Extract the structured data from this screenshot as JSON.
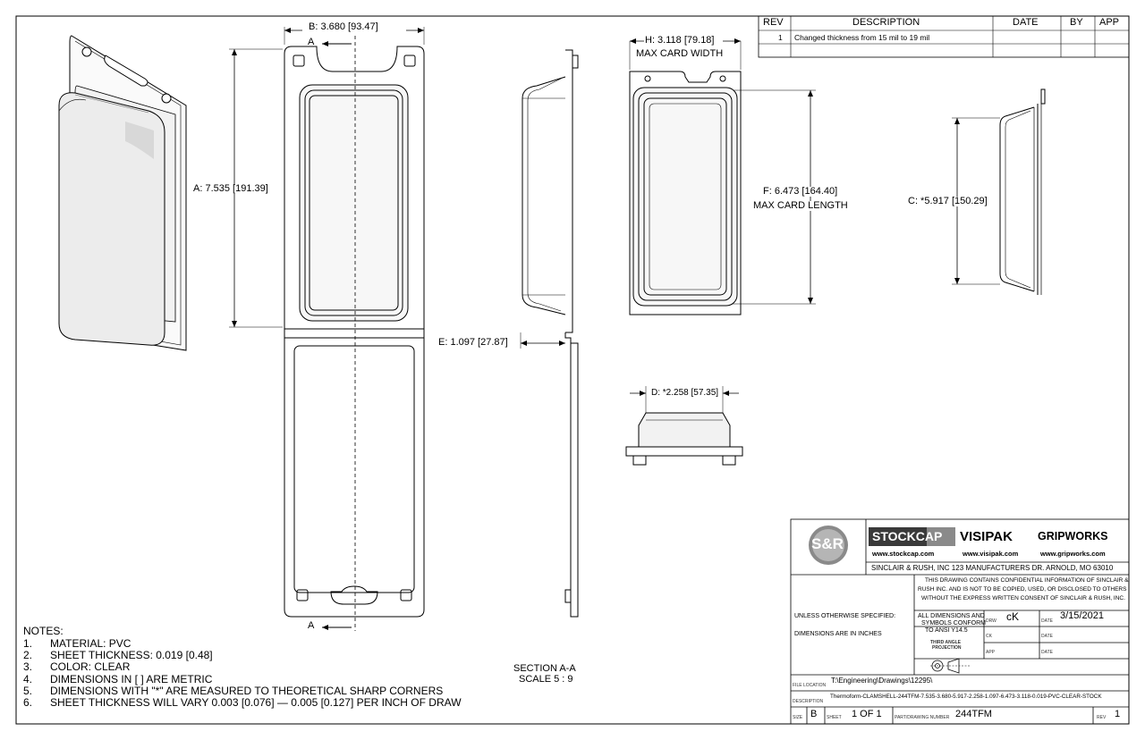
{
  "revision_block": {
    "headers": [
      "REV",
      "DESCRIPTION",
      "DATE",
      "BY",
      "APP"
    ],
    "rows": [
      {
        "rev": "1",
        "description": "Changed thickness from 15 mil to 19 mil",
        "date": "",
        "by": "",
        "app": ""
      }
    ]
  },
  "dimensions": {
    "a": "A: 7.535",
    "a_metric": "[191.39]",
    "b": "B: 3.680",
    "b_metric": "[93.47]",
    "c": "C: *5.917",
    "c_metric": "[150.29]",
    "d": "D: *2.258",
    "d_metric": "[57.35]",
    "e": "E: 1.097",
    "e_metric": "[27.87]",
    "f": "F: 6.473",
    "f_metric": "[164.40]",
    "f_caption": "MAX CARD LENGTH",
    "h": "H: 3.118",
    "h_metric": "[79.18]",
    "h_caption": "MAX CARD WIDTH"
  },
  "section_markers": {
    "top": "A",
    "bottom": "A"
  },
  "section_label": {
    "title": "SECTION A-A",
    "scale": "SCALE 5 : 9"
  },
  "notes": {
    "title": "NOTES:",
    "items": [
      {
        "num": "1.",
        "text": "MATERIAL: PVC"
      },
      {
        "num": "2.",
        "text": "SHEET THICKNESS: 0.019 [0.48]"
      },
      {
        "num": "3.",
        "text": "COLOR: CLEAR"
      },
      {
        "num": "4.",
        "text": "DIMENSIONS IN [ ] ARE METRIC"
      },
      {
        "num": "5.",
        "text": "DIMENSIONS WITH \"*\" ARE MEASURED TO THEORETICAL SHARP CORNERS"
      },
      {
        "num": "6.",
        "text": "SHEET THICKNESS WILL VARY 0.003 [0.076] — 0.005 [0.127] PER INCH OF DRAW"
      }
    ]
  },
  "title_block": {
    "logo": "S&R",
    "brands": {
      "stockcap": "STOCKCAP",
      "visipak": "VISIPAK",
      "gripworks": "GRIPWORKS"
    },
    "urls": {
      "stockcap": "www.stockcap.com",
      "visipak": "www.visipak.com",
      "gripworks": "www.gripworks.com"
    },
    "company": "SINCLAIR & RUSH, INC 123 MANUFACTURERS DR. ARNOLD, MO 63010",
    "confidential": [
      "THIS DRAWING CONTAINS CONFIDENTIAL INFORMATION OF SINCLAIR &",
      "RUSH INC. AND IS NOT TO BE COPIED, USED, OR DISCLOSED TO OTHERS",
      "WITHOUT THE EXPRESS WRITTEN CONSENT OF SINCLAIR & RUSH, INC."
    ],
    "unless": "UNLESS OTHERWISE SPECIFIED:",
    "dims_inches": "DIMENSIONS ARE IN INCHES",
    "ansi": [
      "ALL DIMENSIONS AND",
      "SYMBOLS CONFORM",
      "TO ANSI Y14.5"
    ],
    "third_angle": [
      "THIRD ANGLE",
      "PROJECTION"
    ],
    "drawn_label": "DRW",
    "drawn_by": "cK",
    "date_label": "DATE",
    "drawn_date": "3/15/2021",
    "ck_label": "CK",
    "app_label": "APP",
    "file_location_label": "FILE LOCATION",
    "file_location": "T:\\Engineering\\Drawings\\12295\\",
    "description_label": "DESCRIPTION",
    "description": "Thermoform-CLAMSHELL-244TFM-7.535-3.680-5.917-2.258-1.097-6.473-3.118-0.019-PVC-CLEAR-STOCK",
    "size_label": "SIZE",
    "size": "B",
    "sheet_label": "SHEET",
    "sheet": "1 OF 1",
    "part_label": "PART/DRAWING NUMBER",
    "part": "244TFM",
    "rev_label": "REV",
    "rev": "1"
  },
  "colors": {
    "line": "#000000",
    "shade": "#d4d4d4",
    "dark_logo": "#3a3a3a",
    "logo_gray": "#8a8a8a"
  }
}
